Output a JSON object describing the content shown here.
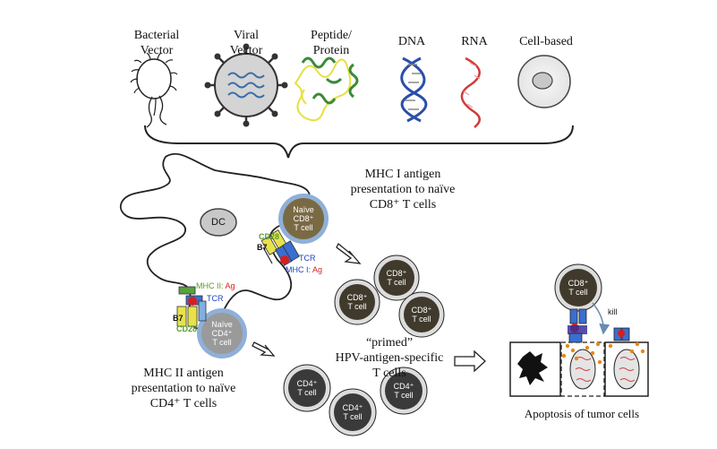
{
  "vectors": [
    {
      "line1": "Bacterial",
      "line2": "Vector"
    },
    {
      "line1": "Viral",
      "line2": "Vector"
    },
    {
      "line1": "Peptide/",
      "line2": "Protein"
    },
    {
      "line1": "DNA",
      "line2": ""
    },
    {
      "line1": "RNA",
      "line2": ""
    },
    {
      "line1": "Cell-based",
      "line2": ""
    }
  ],
  "dc": {
    "label": "DC"
  },
  "naive_cd8": {
    "line1": "Naïve",
    "line2": "CD8⁺",
    "line3": "T cell"
  },
  "naive_cd4": {
    "line1": "Naïve",
    "line2": "CD4⁺",
    "line3": "T cell"
  },
  "receptors": {
    "cd28_top": "CD28",
    "b7_top": "B7",
    "tcr_top": "TCR",
    "mhc1_prefix": "MHC I:",
    "ag": "Ag",
    "mhc2_prefix": "MHC II:",
    "tcr_bottom": "TCR",
    "b7_bottom": "B7",
    "cd28_bottom": "CD28"
  },
  "annotations": {
    "mhc1_line1": "MHC I antigen",
    "mhc1_line2": "presentation to naïve",
    "mhc1_line3": "CD8⁺ T cells",
    "mhc2_line1": "MHC II antigen",
    "mhc2_line2": "presentation to naïve",
    "mhc2_line3": "CD4⁺ T cells",
    "primed_line1": "“primed”",
    "primed_line2": "HPV-antigen-specific",
    "primed_line3": "T cells",
    "apoptosis": "Apoptosis of tumor cells",
    "kill": "kill"
  },
  "cd8_cells": [
    {
      "line1": "CD8⁺",
      "line2": "T cell"
    },
    {
      "line1": "CD8⁺",
      "line2": "T cell"
    },
    {
      "line1": "CD8⁺",
      "line2": "T cell"
    }
  ],
  "cd4_cells": [
    {
      "line1": "CD4⁺",
      "line2": "T cell"
    },
    {
      "line1": "CD4⁺",
      "line2": "T cell"
    },
    {
      "line1": "CD4⁺",
      "line2": "T cell"
    }
  ],
  "killer_cell": {
    "line1": "CD8⁺",
    "line2": "T cell"
  },
  "colors": {
    "green_label": "#5a9a2a",
    "red_label": "#d42020",
    "blue_label": "#2040c0",
    "primed_cell": "#3f3a2c",
    "cd4_primed": "#3a3a3a",
    "naive_cd8_fill": "#7a6a44",
    "naive_ring": "#8fb0d8"
  }
}
